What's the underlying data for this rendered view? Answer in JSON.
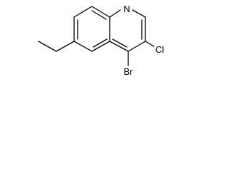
{
  "molecule": {
    "atoms": {
      "nitrogen": "N",
      "chlorine": "Cl",
      "bromine": "Br"
    }
  },
  "colors": {
    "ink": "#000000",
    "background": "#ffffff"
  }
}
